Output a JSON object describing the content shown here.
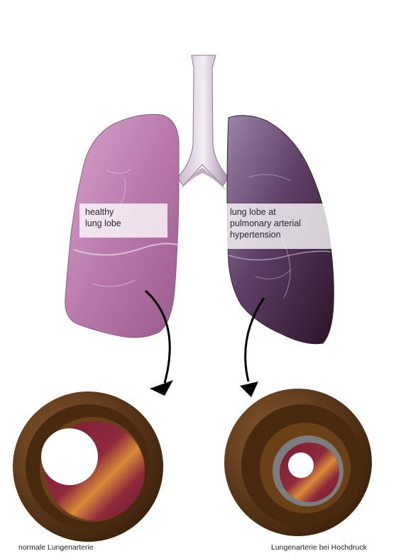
{
  "labels": {
    "healthy": [
      "healthy",
      "lung lobe"
    ],
    "hypertension": [
      "lung lobe at",
      "pulmonary  arterial",
      "hypertension"
    ]
  },
  "captions": {
    "normal": "normale Lungenarterie",
    "hypertension": "Lungenarterie bei Hochdruck"
  },
  "colors": {
    "healthy_lung": "#b97aab",
    "diseased_lung": "#4a2c4f",
    "vessel_outer": "#5a3416",
    "vessel_media": "#6e4218",
    "vessel_inner": "#8e1e3c",
    "vessel_wall_thickened": "#7d7d80",
    "arrow": "#000000"
  }
}
